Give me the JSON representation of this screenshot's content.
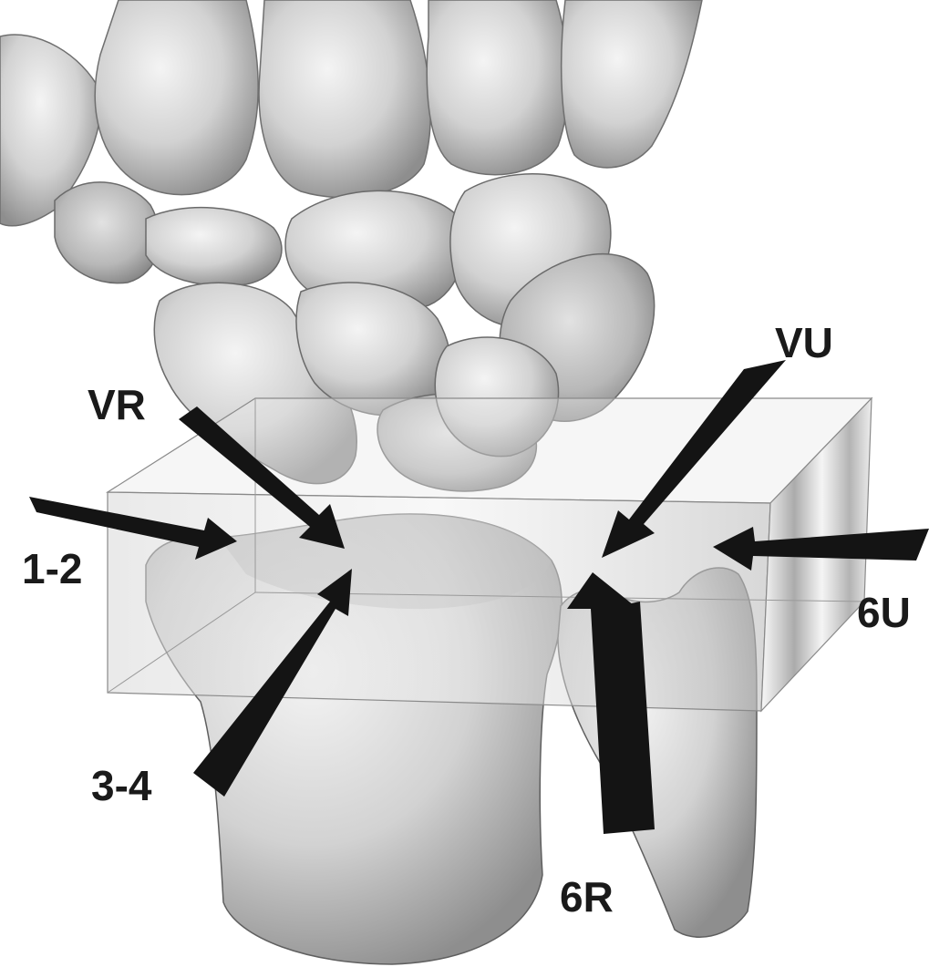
{
  "figure": {
    "subject": "3D rendered wrist bones (carpals, distal radius and ulna) with a translucent box marking the distal radioulnar region and arrows showing portal directions",
    "colors": {
      "background": "#ffffff",
      "bone_light": "#e6e6e6",
      "bone_shadow": "#8c8c8c",
      "arrow": "#141414",
      "box_face": "#cfcfcf",
      "label": "#1a1a1a"
    },
    "labels": {
      "vr": "VR",
      "vu": "VU",
      "one_two": "1-2",
      "three_four": "3-4",
      "six_r": "6R",
      "six_u": "6U"
    }
  }
}
